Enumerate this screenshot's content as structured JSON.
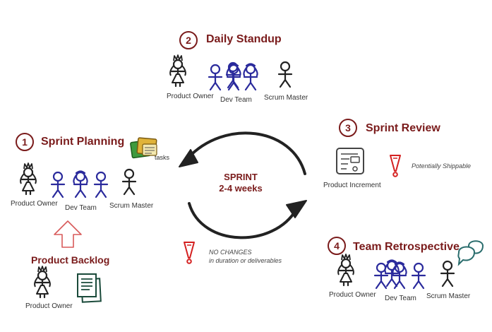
{
  "colors": {
    "heading": "#7a1b1b",
    "dev_team": "#2a2a9c",
    "people": "#222222",
    "alert": "#d42020",
    "arrow": "#222222",
    "backlog_arrow": "#d85a5a",
    "chat": "#2a6d6d"
  },
  "daily_standup": {
    "number": "2",
    "title": "Daily Standup",
    "labels": {
      "product_owner": "Product Owner",
      "dev_team": "Dev Team",
      "scrum_master": "Scrum Master"
    }
  },
  "sprint_planning": {
    "number": "1",
    "title": "Sprint Planning",
    "tasks_label": "tasks",
    "labels": {
      "product_owner": "Product Owner",
      "dev_team": "Dev Team",
      "scrum_master": "Scrum Master"
    }
  },
  "sprint_review": {
    "number": "3",
    "title": "Sprint Review",
    "increment_label": "Product Increment",
    "shippable_note": "Potentially Shippable"
  },
  "team_retrospective": {
    "number": "4",
    "title": "Team Retrospective",
    "labels": {
      "product_owner": "Product Owner",
      "dev_team": "Dev Team",
      "scrum_master": "Scrum Master"
    }
  },
  "sprint": {
    "line1": "SPRINT",
    "line2": "2-4 weeks"
  },
  "no_changes": {
    "line1": "NO CHANGES",
    "line2": "in duration or deliverables"
  },
  "product_backlog": {
    "title": "Product Backlog",
    "owner_label": "Product Owner"
  }
}
